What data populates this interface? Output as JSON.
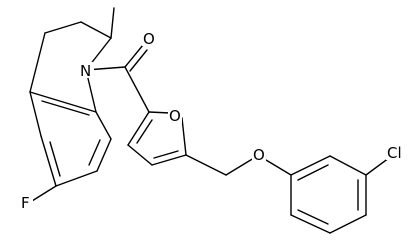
{
  "molecule": {
    "atoms": {
      "methyl": "",
      "ring_n": "N",
      "carbonyl_o": "O",
      "furan_o": "O",
      "ether_o": "O",
      "fluorine": "F",
      "chlorine": "Cl"
    },
    "colors": {
      "bond": "#000000",
      "label": "#000000",
      "background": "#ffffff"
    }
  }
}
